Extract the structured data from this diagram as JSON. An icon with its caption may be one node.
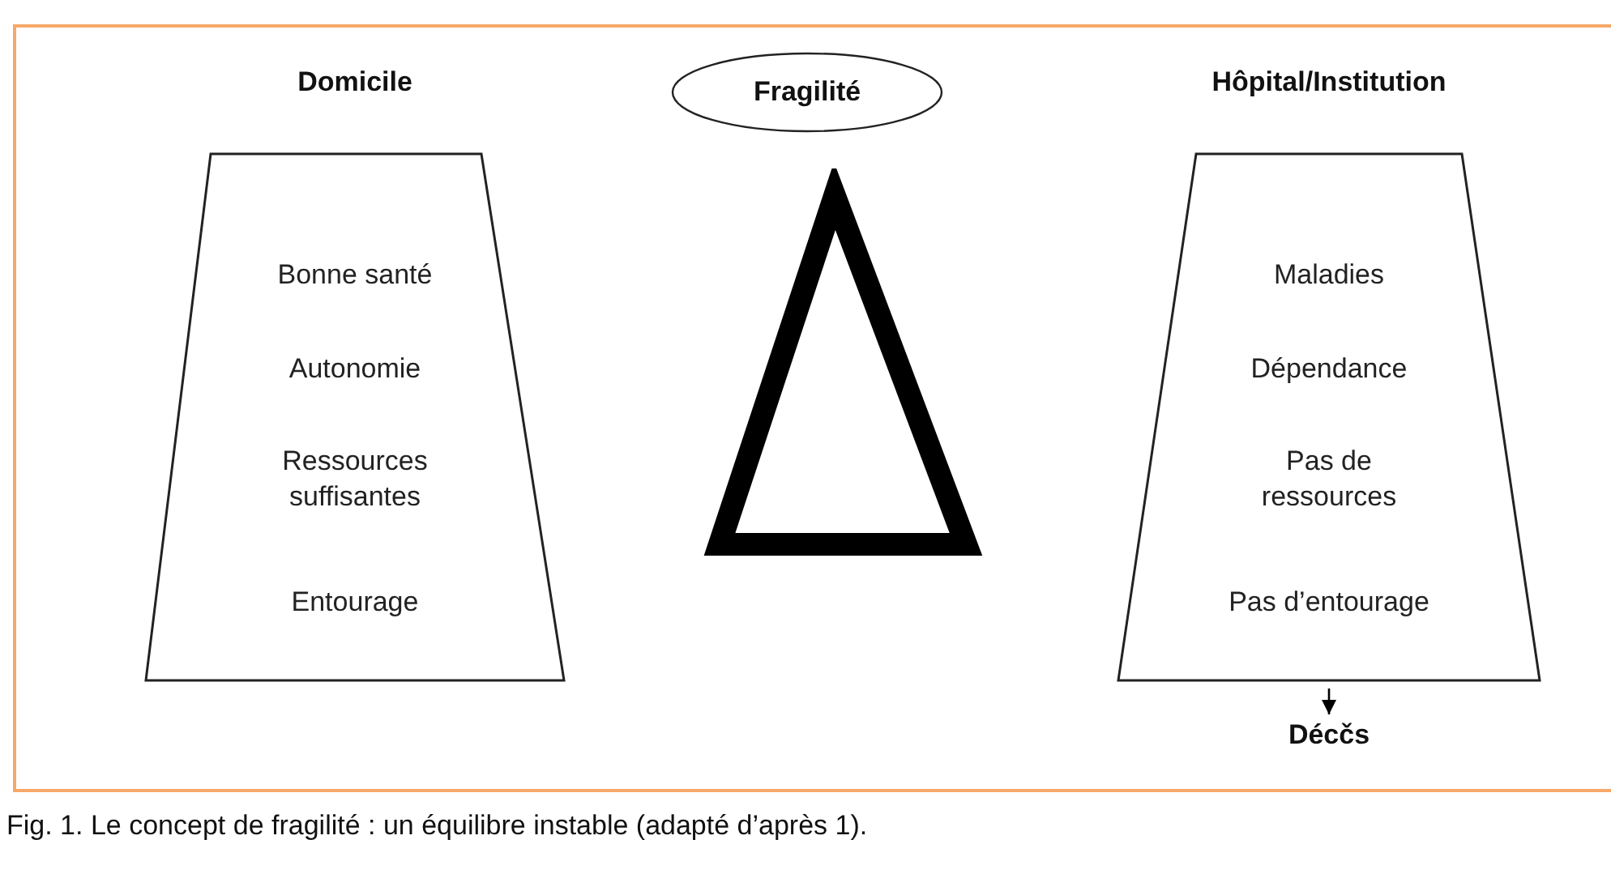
{
  "diagram": {
    "caption": "Fig. 1. Le concept de fragilité : un équilibre instable (adapté d’après 1).",
    "nodes": [
      {
        "text": [
          "Domicile",
          "Bonne santé",
          "Autonomie",
          "Ressources suffisantes",
          "Entourage"
        ]
      },
      {
        "text": [
          "Fragilité"
        ]
      },
      {
        "text": [
          "Hôpital/Institution",
          "Maladies",
          "Dépendance",
          "Pas de ressources",
          "Pas d’entourage"
        ]
      },
      {
        "text": [
          "Décčs"
        ]
      }
    ],
    "edges": [
      {
        "from": 2,
        "to": 3,
        "arrow": "to"
      }
    ]
  }
}
